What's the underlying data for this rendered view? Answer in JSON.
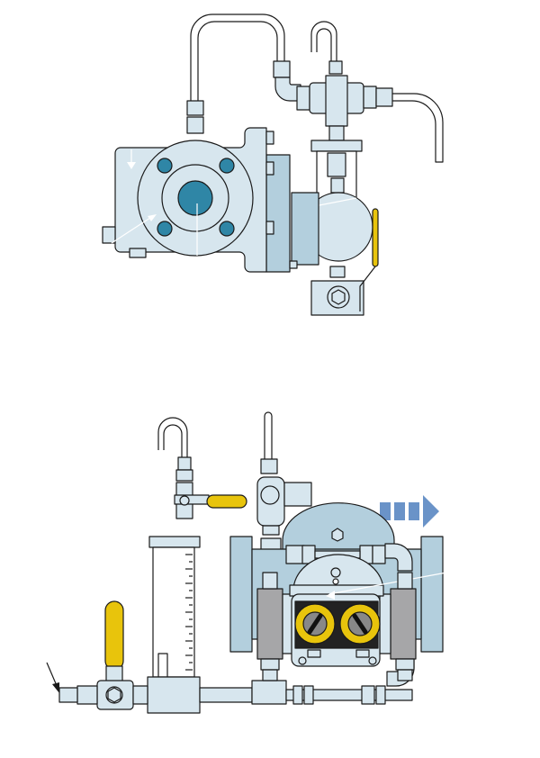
{
  "diagram": {
    "colors": {
      "light_blue": "#d7e6ee",
      "mid_blue": "#b3cfdd",
      "teal": "#2f86a6",
      "yellow": "#e8c40c",
      "gray": "#a6a6a8",
      "flow_arrow": "#6a93c8"
    },
    "views": [
      "top-assembly",
      "bottom-assembly"
    ],
    "flow_direction": "right"
  }
}
